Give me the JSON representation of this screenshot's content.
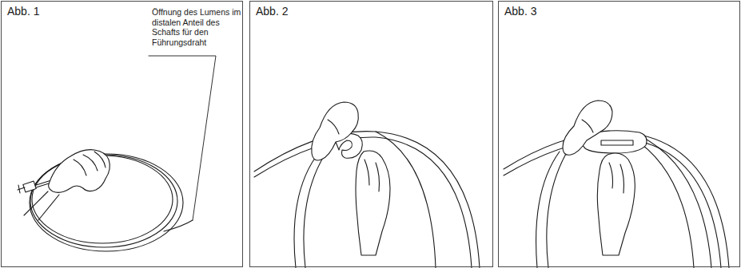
{
  "diagram": {
    "nodes": [
      {
        "text": [
          "Abb. 1",
          "Öffnung des Lumens im distalen Anteil des Schafts für den Führungsdraht"
        ]
      },
      {
        "text": [
          "Abb. 2"
        ]
      },
      {
        "text": [
          "Abb. 3"
        ]
      }
    ]
  }
}
